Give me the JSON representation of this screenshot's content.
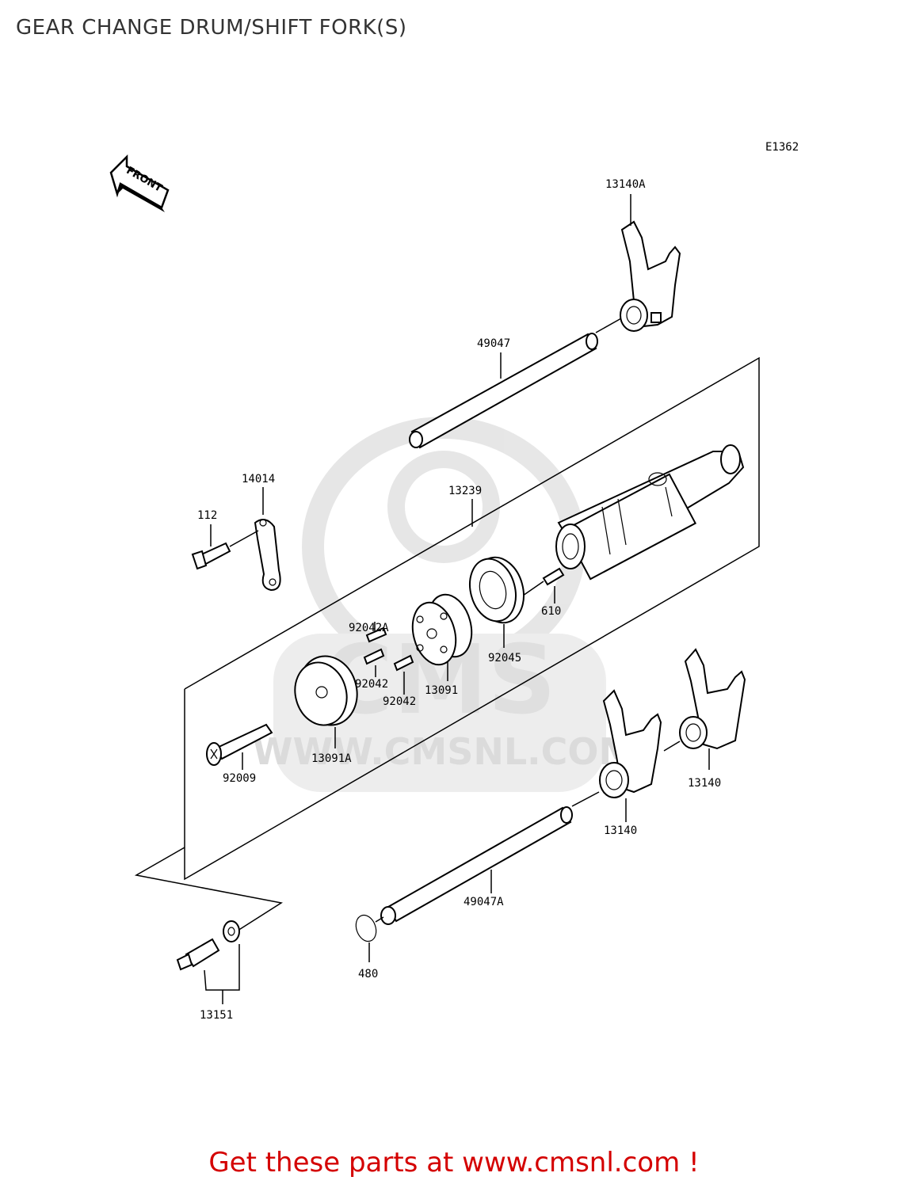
{
  "title": "GEAR CHANGE DRUM/SHIFT FORK(S)",
  "diagram_code": "E1362",
  "front_arrow_text": "FRONT",
  "watermark_text": "WWW.CMSNL.COM",
  "watermark_logo_text": "CMS",
  "footer": "Get these parts at www.cmsnl.com !",
  "colors": {
    "footer": "#d40000",
    "watermark": "#e6e6e6"
  },
  "parts": {
    "p13140A": "13140A",
    "p49047": "49047",
    "p14014": "14014",
    "p112": "112",
    "p13239": "13239",
    "p610": "610",
    "p92042A": "92042A",
    "p92045": "92045",
    "p92042_a": "92042",
    "p92042_b": "92042",
    "p13091": "13091",
    "p13091A": "13091A",
    "p92009": "92009",
    "p13140_right": "13140",
    "p13140_mid": "13140",
    "p49047A": "49047A",
    "p480": "480",
    "p13151": "13151"
  }
}
